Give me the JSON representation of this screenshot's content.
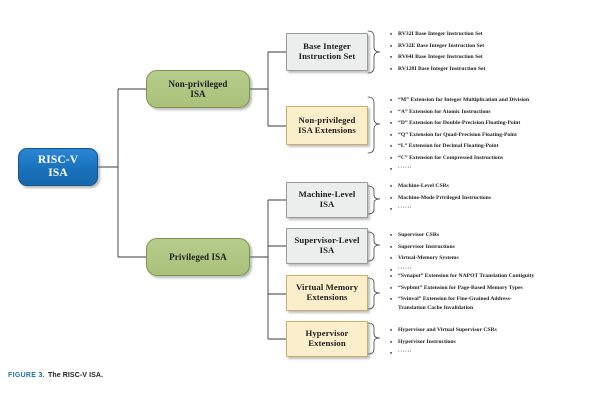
{
  "figure": {
    "caption_label": "FIGURE 3.",
    "caption_text": "The RISC-V ISA.",
    "accent_color": "#1f6fb4"
  },
  "colors": {
    "root_fill": "#1f77c4",
    "branch_fill": "#adc67f",
    "leaf_grey_fill": "#eceded",
    "leaf_cream_fill": "#fbeecb"
  },
  "root": {
    "line1": "RISC-V",
    "line2": "ISA"
  },
  "branches": [
    {
      "name": "non-privileged",
      "line1": "Non-privileged",
      "line2": "ISA"
    },
    {
      "name": "privileged",
      "line1": "Privileged ISA",
      "line2": ""
    }
  ],
  "leaves": [
    {
      "name": "base-integer-instruction-set",
      "style": "grey",
      "line1": "Base Integer",
      "line2": "Instruction Set",
      "items": [
        "RV32I Base Integer Instruction Set",
        "RV32E Base Integer Instruction Set",
        "RV64I Base Integer Instruction Set",
        "RV128I Base Integer Instruction Set"
      ]
    },
    {
      "name": "non-privileged-isa-extensions",
      "style": "cream",
      "line1": "Non-privileged",
      "line2": "ISA Extensions",
      "items": [
        "“M”  Extension for Integer Multiplication and Division",
        "“A”  Extension for Atomic Instructions",
        "“D”  Extension for Double-Precision Floating-Point",
        "“Q”  Extension for Quad-Precision Floating-Point",
        "“L”  Extension for Decimal Floating-Point",
        "“C”  Extension for Compressed Instructions",
        "······"
      ]
    },
    {
      "name": "machine-level-isa",
      "style": "grey",
      "line1": "Machine-Level",
      "line2": "ISA",
      "items": [
        "Machine-Level CSRs",
        "Machine-Mode Privileged Instructions",
        "······"
      ]
    },
    {
      "name": "supervisor-level-isa",
      "style": "grey",
      "line1": "Supervisor-Level",
      "line2": "ISA",
      "items": [
        "Supervisor CSRs",
        "Supervisor Instructions",
        "Virtual-Memory Systems",
        "······"
      ]
    },
    {
      "name": "virtual-memory-extensions",
      "style": "cream",
      "line1": "Virtual Memory",
      "line2": "Extensions",
      "items": [
        "“Svnapot”  Extension for NAPOT Translation Contiguity",
        "“Svpbmt”  Extension for Page-Based Memory Types",
        "“Svinval”  Extension for Fine-Grained Address-\nTranslation Cache Invalidation"
      ]
    },
    {
      "name": "hypervisor-extension",
      "style": "cream",
      "line1": "Hypervisor",
      "line2": "Extension",
      "items": [
        "Hypervisor and Virtual Supervisor CSRs",
        "Hypervisor Instructions",
        "······"
      ]
    }
  ]
}
